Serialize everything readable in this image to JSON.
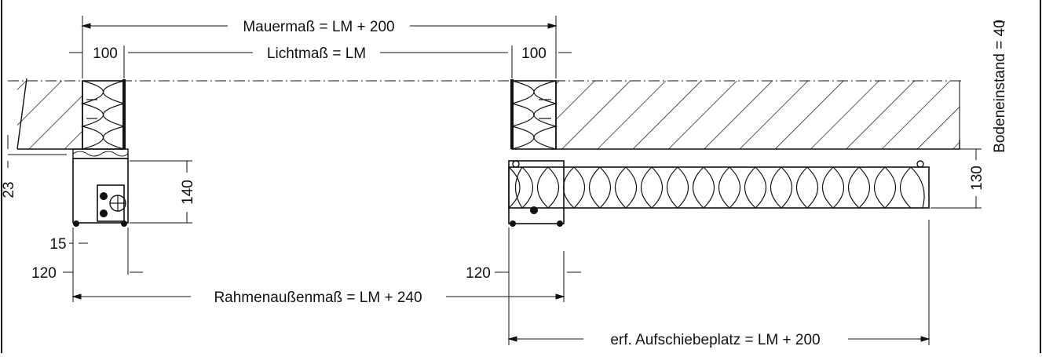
{
  "drawing": {
    "dimensions": {
      "wall_dimension": "Mauermaß = LM + 200",
      "clear_dimension": "Lichtmaß = LM",
      "wall_left": "100",
      "wall_right": "100",
      "frame_outer": "Rahmenaußenmaß = LM + 240",
      "sliding_space": "erf. Aufschiebeplatz = LM + 200",
      "floor_distance": "Bodeneinstand = 40",
      "depth_left": "23",
      "frame_height": "140",
      "panel_height": "130",
      "offset_left_small": "15",
      "offset_left": "120",
      "offset_right": "120"
    },
    "colors": {
      "line": "#111111",
      "background": "#ffffff"
    }
  }
}
